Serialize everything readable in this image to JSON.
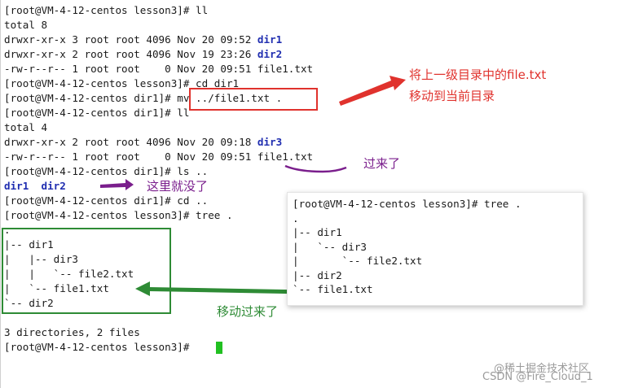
{
  "terminal": {
    "lines": [
      "[root@VM-4-12-centos lesson3]# ll",
      "total 8",
      "drwxr-xr-x 3 root root 4096 Nov 20 09:52 ",
      "drwxr-xr-x 2 root root 4096 Nov 19 23:26 ",
      "-rw-r--r-- 1 root root    0 Nov 20 09:51 file1.txt",
      "[root@VM-4-12-centos lesson3]# cd dir1",
      "[root@VM-4-12-centos dir1]# mv ../file1.txt .",
      "[root@VM-4-12-centos dir1]# ll",
      "total 4",
      "drwxr-xr-x 2 root root 4096 Nov 20 09:18 ",
      "-rw-r--r-- 1 root root    0 Nov 20 09:51 file1.txt",
      "[root@VM-4-12-centos dir1]# ls ..",
      "",
      "[root@VM-4-12-centos dir1]# cd ..",
      "[root@VM-4-12-centos lesson3]# tree .",
      ".",
      "|-- dir1",
      "|   |-- dir3",
      "|   |   `-- file2.txt",
      "|   `-- file1.txt",
      "`-- dir2",
      "",
      "3 directories, 2 files",
      "[root@VM-4-12-centos lesson3]# "
    ],
    "dir_names": {
      "l2": "dir1",
      "l3": "dir2",
      "l9": "dir3",
      "ls_dir1": "dir1",
      "ls_dir2": "dir2"
    }
  },
  "tree_panel": {
    "lines": [
      "[root@VM-4-12-centos lesson3]# tree .",
      ".",
      "|-- dir1",
      "|   `-- dir3",
      "|       `-- file2.txt",
      "|-- dir2",
      "`-- file1.txt"
    ]
  },
  "annotations": {
    "move_note_line1": "将上一级目录中的file.txt",
    "move_note_line2": "移动到当前目录",
    "came_over": "过来了",
    "gone_here": "这里就没了",
    "moved_over": "移动过来了"
  },
  "colors": {
    "red": "#e0322d",
    "purple": "#7a1e8c",
    "green": "#2e8b35",
    "dir_blue": "#1f2db0",
    "cursor": "#21c021"
  },
  "watermark": {
    "line1": "@稀土掘金技术社区",
    "line2": "CSDN @Fire_Cloud_1"
  }
}
